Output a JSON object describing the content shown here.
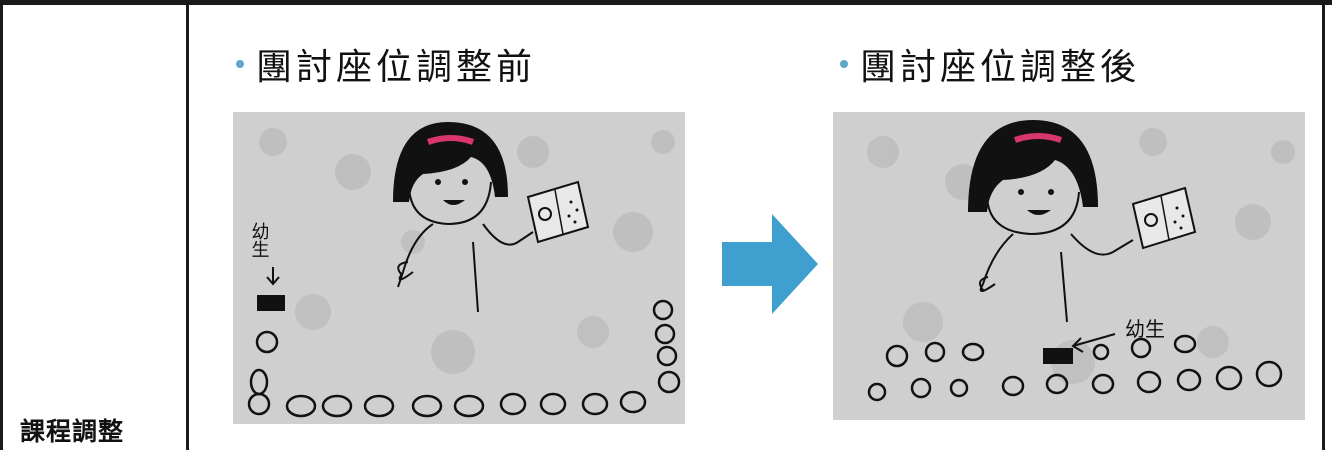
{
  "row": {
    "label": "課程調整"
  },
  "before": {
    "heading": "團討座位調整前",
    "student_note": "幼生"
  },
  "after": {
    "heading": "團討座位調整後",
    "student_note": "幼生"
  },
  "colors": {
    "bullet": "#5da7c9",
    "arrow": "#3f9fcf",
    "paper": "#cfcfcf"
  }
}
